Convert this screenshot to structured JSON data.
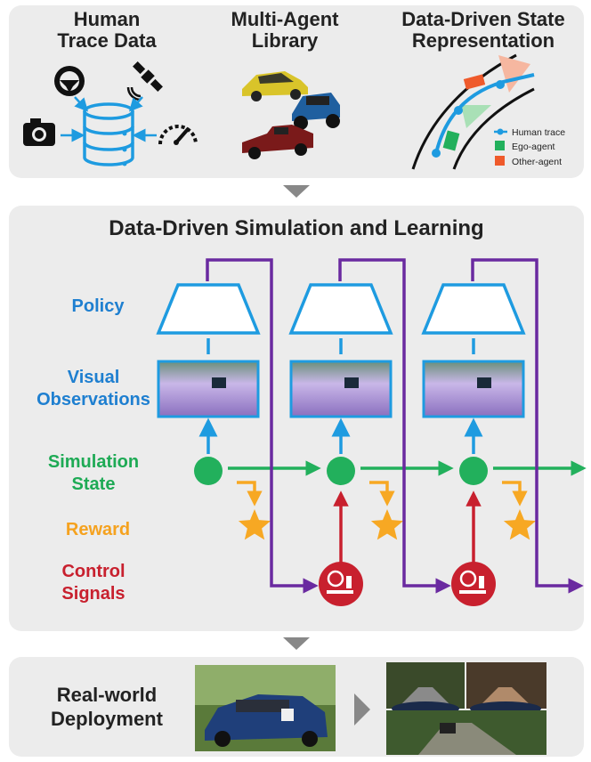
{
  "top": {
    "human_trace": "Human\nTrace Data",
    "multi_agent": "Multi-Agent\nLibrary",
    "data_driven_state": "Data-Driven State\nRepresentation",
    "legend": [
      "Human trace",
      "Ego-agent",
      "Other-agent"
    ]
  },
  "middle": {
    "title": "Data-Driven Simulation and Learning",
    "labels": {
      "policy": "Policy",
      "visual_observations": "Visual\nObservations",
      "simulation_state": "Simulation\nState",
      "reward": "Reward",
      "control_signals": "Control\nSignals"
    }
  },
  "bottom": {
    "label": "Real-world\nDeployment"
  },
  "colors": {
    "blue": "#1e9be0",
    "green": "#22b05c",
    "orange": "#f7a823",
    "red": "#c8202e",
    "purple": "#6a2aa0",
    "gray": "#888888"
  }
}
